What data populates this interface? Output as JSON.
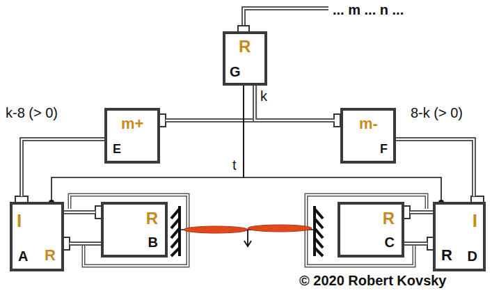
{
  "diagram": {
    "nodes": [
      {
        "text": [
          "R",
          "G"
        ]
      },
      {
        "text": [
          "m+",
          "E"
        ]
      },
      {
        "text": [
          "m-",
          "F"
        ]
      },
      {
        "text": [
          "I",
          "A",
          "R"
        ]
      },
      {
        "text": [
          "R",
          "B"
        ]
      },
      {
        "text": [
          "R",
          "C"
        ]
      },
      {
        "text": [
          "I",
          "R",
          "D"
        ]
      }
    ],
    "edges": [
      {
        "from": 0,
        "to": 1,
        "label": "k",
        "arrow": "none"
      },
      {
        "from": 0,
        "to": 2,
        "arrow": "none"
      },
      {
        "from": 1,
        "to": 3,
        "label": "k-8 (> 0)",
        "arrow": "none"
      },
      {
        "from": 2,
        "to": 6,
        "label": "8-k (> 0)",
        "arrow": "none"
      },
      {
        "from": 0,
        "to": 3,
        "label": "t",
        "arrow": "none"
      },
      {
        "from": 0,
        "to": 6,
        "arrow": "none"
      },
      {
        "from": 3,
        "to": 4,
        "arrow": "none"
      },
      {
        "from": 4,
        "to": 3,
        "arrow": "none"
      },
      {
        "from": 6,
        "to": 5,
        "arrow": "none"
      },
      {
        "from": 5,
        "to": 6,
        "arrow": "none"
      }
    ],
    "labels": [
      "... m ... n ...",
      "© 2020 Robert Kovsky"
    ]
  }
}
